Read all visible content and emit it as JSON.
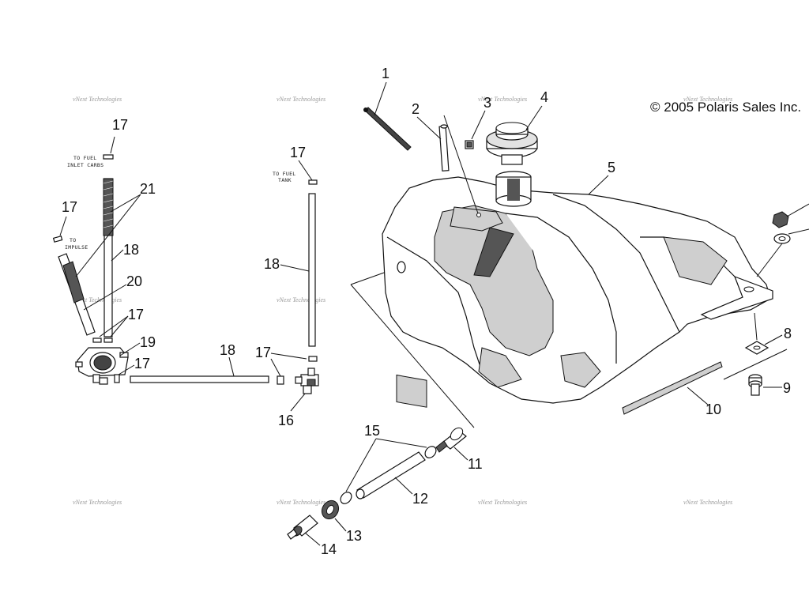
{
  "copyright": "© 2005 Polaris Sales Inc.",
  "watermark": "vNext Technologies",
  "notes": {
    "fuel_inlet_line1": "TO FUEL",
    "fuel_inlet_line2": "INLET CARBS",
    "impulse_line1": "TO",
    "impulse_line2": "IMPULSE",
    "fuel_tank_line1": "TO FUEL",
    "fuel_tank_line2": "TANK"
  },
  "callouts": {
    "c1": "1",
    "c2": "2",
    "c3": "3",
    "c4": "4",
    "c5": "5",
    "c8": "8",
    "c9": "9",
    "c10": "10",
    "c11": "11",
    "c12": "12",
    "c13": "13",
    "c14": "14",
    "c15": "15",
    "c16": "16",
    "c17a": "17",
    "c17b": "17",
    "c17c": "17",
    "c17d": "17",
    "c17e": "17",
    "c17f": "17",
    "c18a": "18",
    "c18b": "18",
    "c18c": "18",
    "c19": "19",
    "c20": "20",
    "c21": "21"
  }
}
